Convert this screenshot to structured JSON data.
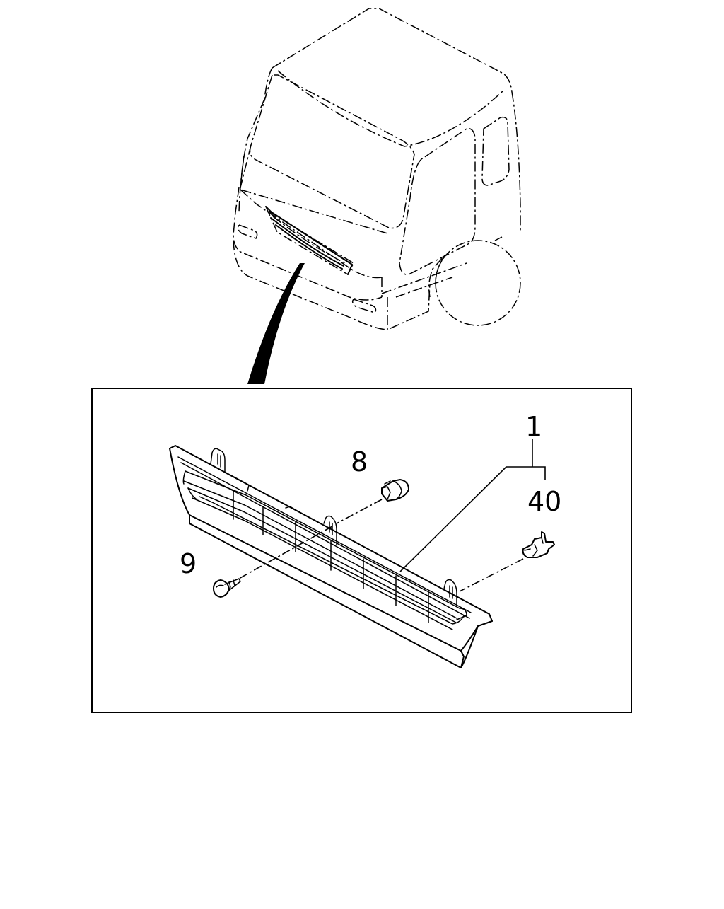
{
  "callouts": {
    "c1": "1",
    "c8": "8",
    "c9": "9",
    "c40": "40"
  },
  "colors": {
    "line": "#000000",
    "background": "#ffffff"
  }
}
